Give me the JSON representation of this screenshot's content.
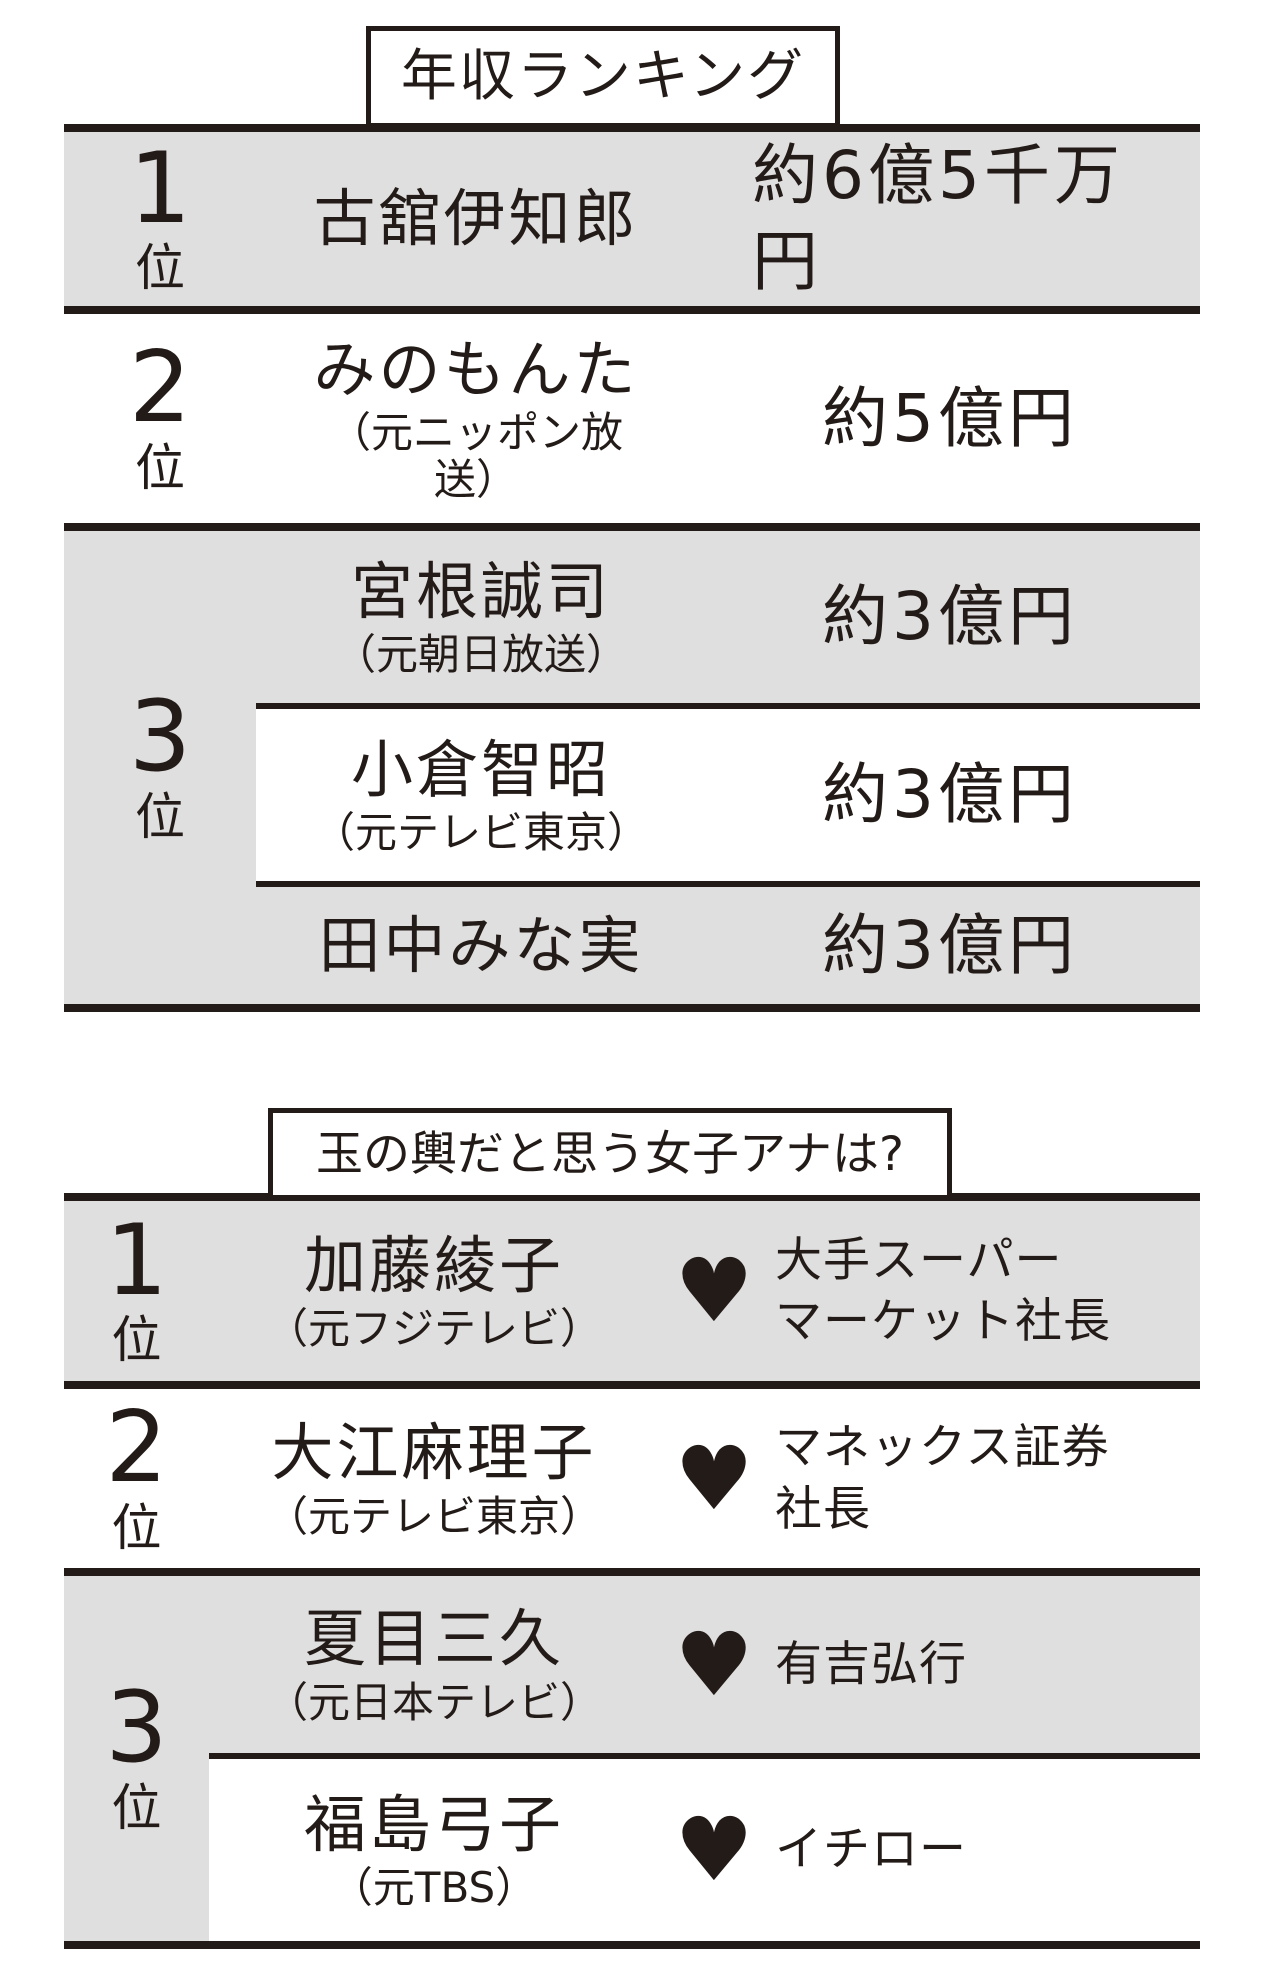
{
  "colors": {
    "row_gray": "#e0dfdf",
    "line": "#231b18",
    "text": "#231b18",
    "page_bg": "#ffffff"
  },
  "icons": {
    "heart": "♥"
  },
  "income_table": {
    "title": "年収ランキング",
    "rank_suffix": "位",
    "rows": [
      {
        "rank": "1",
        "name": "古舘伊知郎",
        "affiliation": "",
        "value": "約6億5千万\n円"
      },
      {
        "rank": "2",
        "name": "みのもんた",
        "affiliation": "（元ニッポン放\n送）",
        "value": "約5億円"
      },
      {
        "rank": "3",
        "name": "宮根誠司",
        "affiliation": "（元朝日放送）",
        "value": "約3億円"
      },
      {
        "rank": "3",
        "name": "小倉智昭",
        "affiliation": "（元テレビ東京）",
        "value": "約3億円"
      },
      {
        "rank": "3",
        "name": "田中みな実",
        "affiliation": "",
        "value": "約3億円"
      }
    ]
  },
  "tamanokoshi_table": {
    "title": "玉の輿だと思う女子アナは?",
    "rank_suffix": "位",
    "rows": [
      {
        "rank": "1",
        "name": "加藤綾子",
        "affiliation": "（元フジテレビ）",
        "partner": "大手スーパー\nマーケット社長"
      },
      {
        "rank": "2",
        "name": "大江麻理子",
        "affiliation": "（元テレビ東京）",
        "partner": "マネックス証券\n社長"
      },
      {
        "rank": "3",
        "name": "夏目三久",
        "affiliation": "（元日本テレビ）",
        "partner": "有吉弘行"
      },
      {
        "rank": "3",
        "name": "福島弓子",
        "affiliation": "（元TBS）",
        "partner": "イチロー"
      }
    ]
  }
}
